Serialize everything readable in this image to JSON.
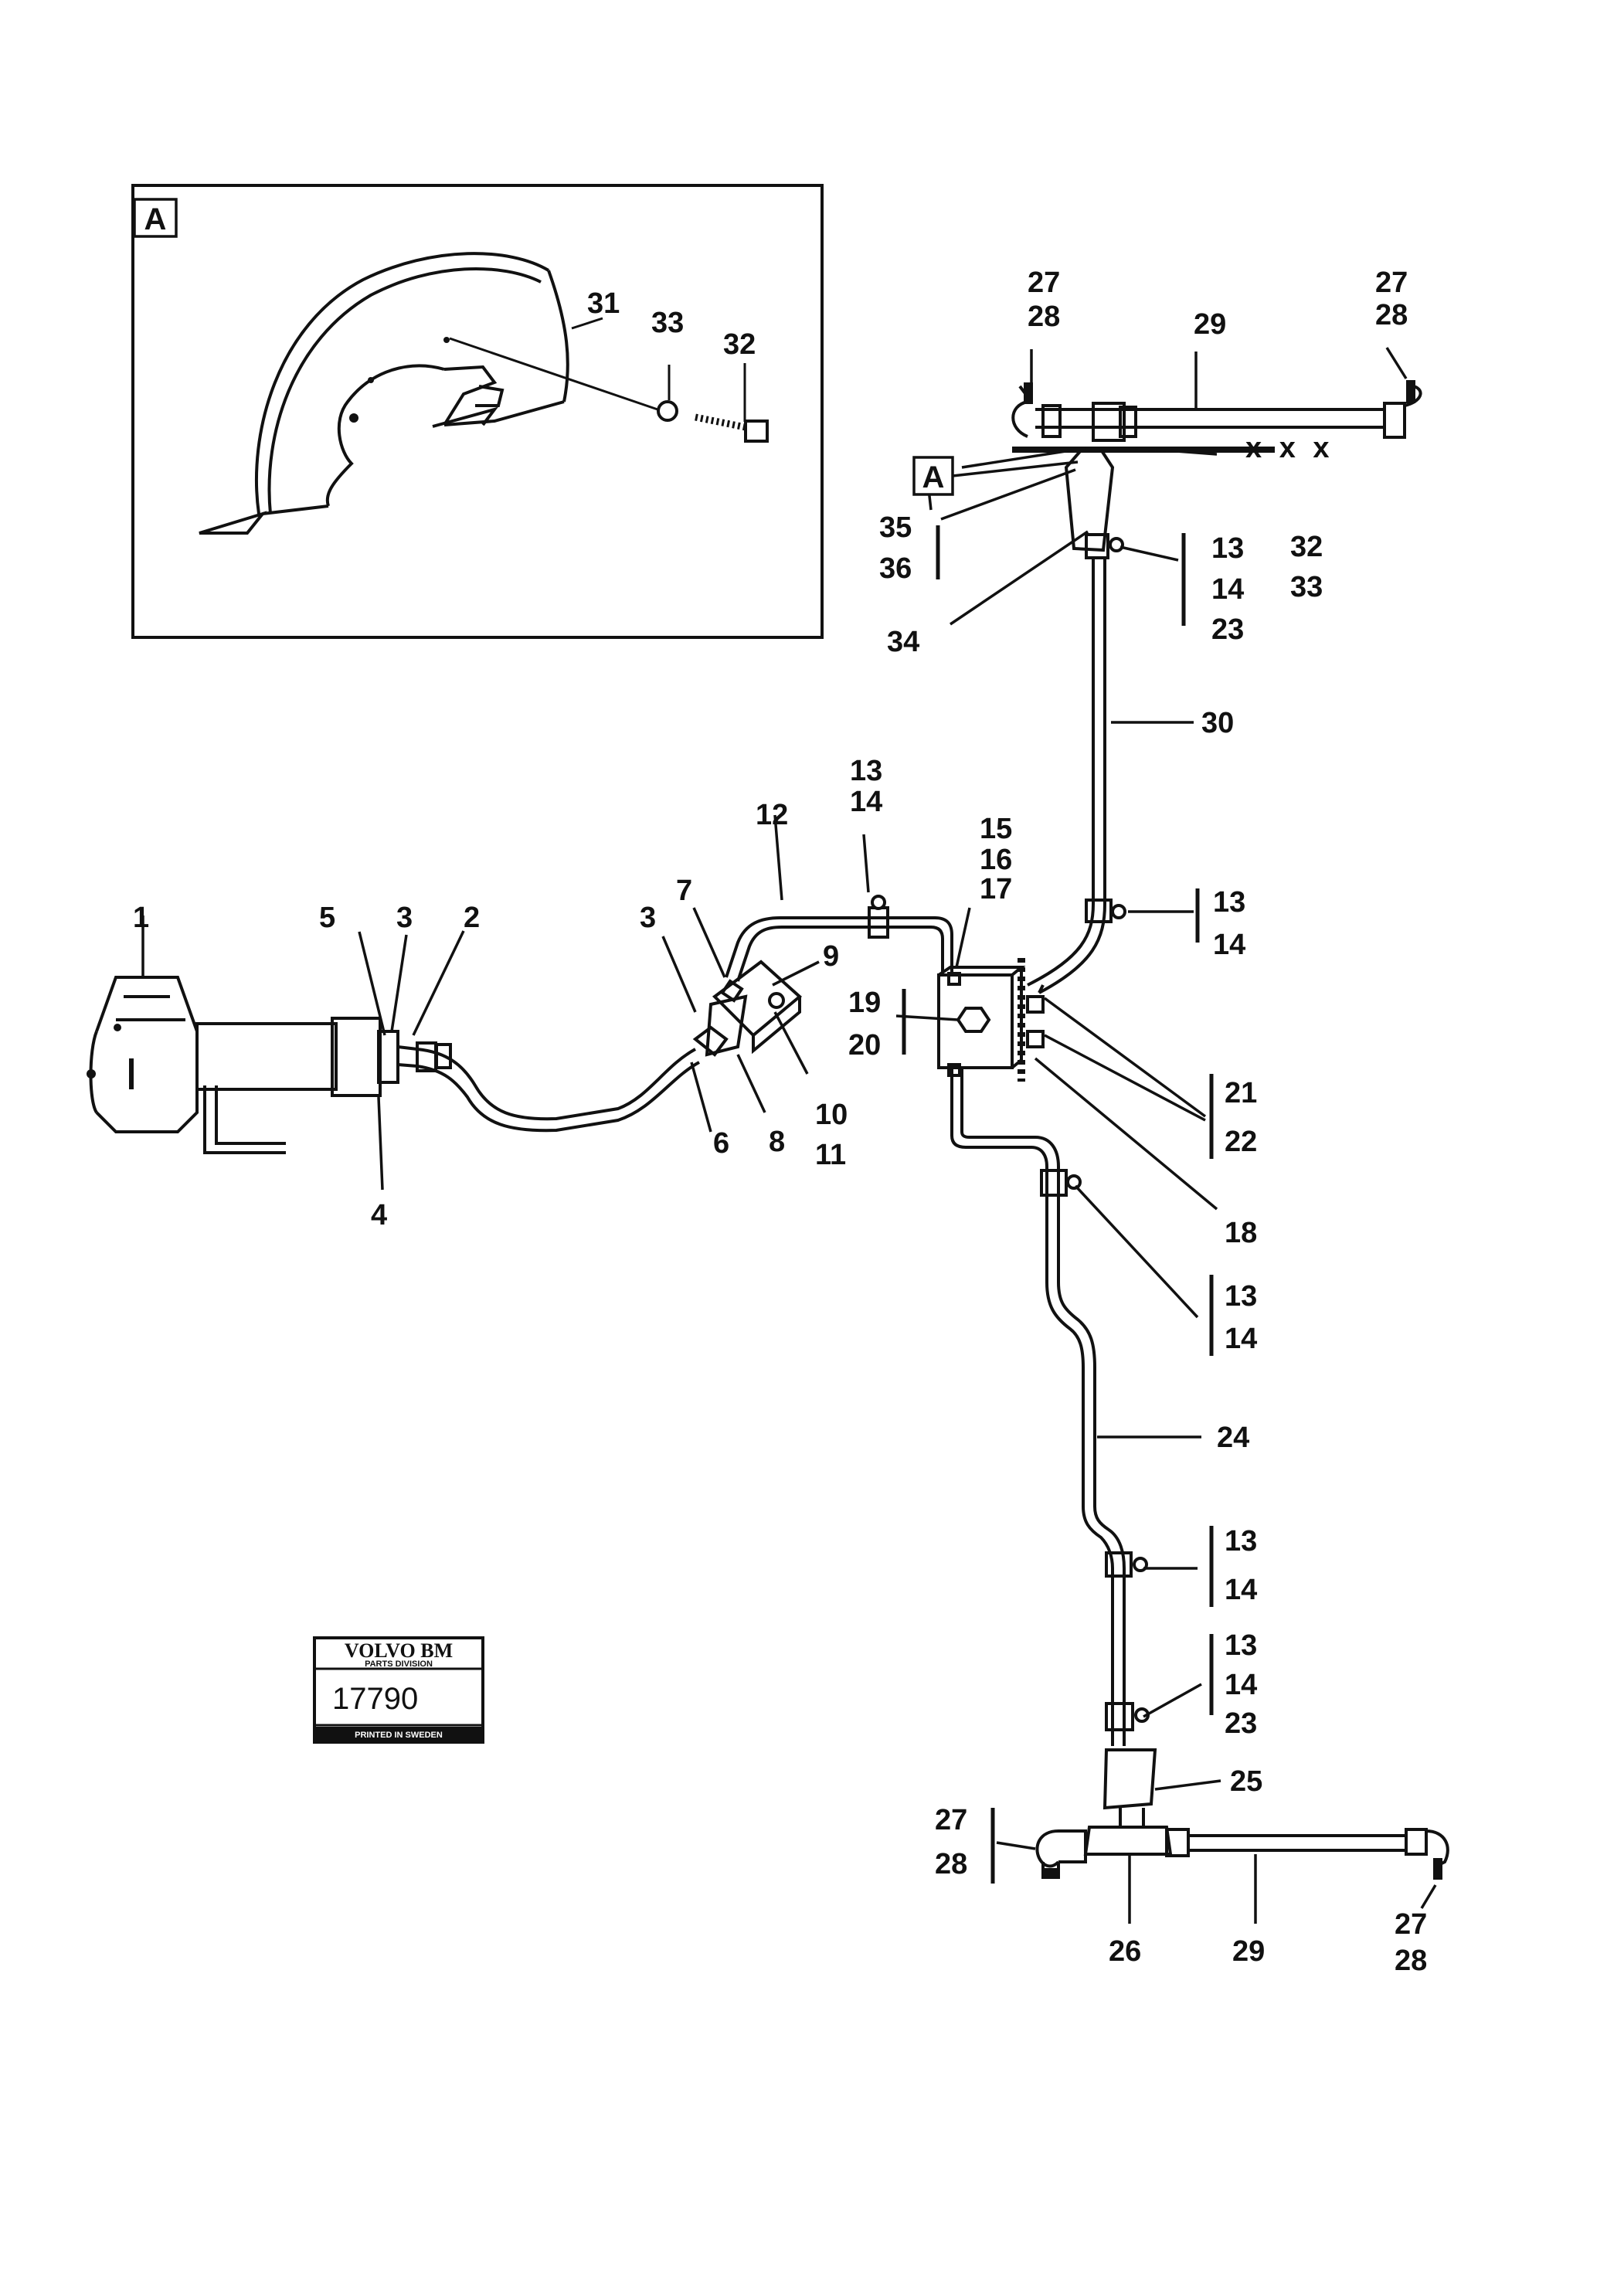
{
  "inset": {
    "title": "A",
    "callouts": [
      "31",
      "33",
      "32"
    ]
  },
  "main_callouts": {
    "c27a": "27",
    "c28a": "28",
    "c29top": "29",
    "c27b": "27",
    "c28b": "28",
    "boxA": "A",
    "c35": "35",
    "c36": "36",
    "c32": "32",
    "c33": "33",
    "c34": "34",
    "c13a": "13",
    "c14a": "14",
    "c23a": "23",
    "c30": "30",
    "c12": "12",
    "c13b": "13",
    "c14b": "14",
    "c15": "15",
    "c16": "16",
    "c17": "17",
    "c13c": "13",
    "c14c": "14",
    "c1": "1",
    "c5": "5",
    "c3a": "3",
    "c2": "2",
    "c3b": "3",
    "c7": "7",
    "c9": "9",
    "c19": "19",
    "c20": "20",
    "c21": "21",
    "c22": "22",
    "c6": "6",
    "c8": "8",
    "c10": "10",
    "c11": "11",
    "c4": "4",
    "c18": "18",
    "c13d": "13",
    "c14d": "14",
    "c24": "24",
    "c13e": "13",
    "c14e": "14",
    "c13f": "13",
    "c14f": "14",
    "c23b": "23",
    "c25": "25",
    "c27c": "27",
    "c28c": "28",
    "c26": "26",
    "c29bottom": "29",
    "c27d": "27",
    "c28d": "28"
  },
  "stamp": {
    "brand": "VOLVO BM",
    "division": "PARTS DIVISION",
    "number": "17790",
    "printed": "PRINTED IN SWEDEN"
  }
}
